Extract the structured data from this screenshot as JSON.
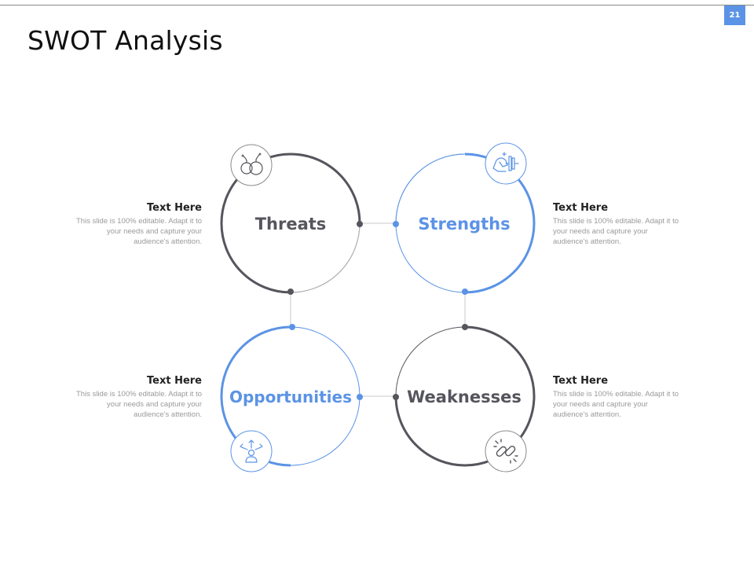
{
  "slide": {
    "title": "SWOT Analysis",
    "page_number": "21"
  },
  "colors": {
    "accent": "#5b93e6",
    "dark": "#55555d",
    "line": "#c8c8c8"
  },
  "nodes": {
    "threats": {
      "label": "Threats",
      "icon": "bombs-icon",
      "color": "#55555d"
    },
    "strengths": {
      "label": "Strengths",
      "icon": "flexing-arm-dumbbell-icon",
      "color": "#5b93e6"
    },
    "opportunities": {
      "label": "Opportunities",
      "icon": "person-arrows-icon",
      "color": "#5b93e6"
    },
    "weaknesses": {
      "label": "Weaknesses",
      "icon": "broken-chain-icon",
      "color": "#55555d"
    }
  },
  "text_blocks": {
    "top_left": {
      "heading": "Text Here",
      "body": "This slide is 100% editable. Adapt it to your needs and capture your audience's attention."
    },
    "top_right": {
      "heading": "Text Here",
      "body": "This slide is 100% editable. Adapt it to your needs and capture your audience's attention."
    },
    "bottom_left": {
      "heading": "Text Here",
      "body": "This slide is 100% editable. Adapt it to your needs and capture your audience's attention."
    },
    "bottom_right": {
      "heading": "Text Here",
      "body": "This slide is 100% editable. Adapt it to your needs and capture your audience's attention."
    }
  }
}
